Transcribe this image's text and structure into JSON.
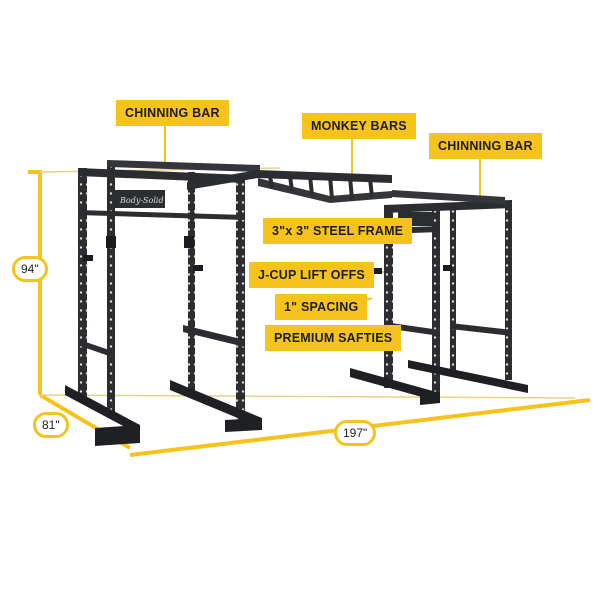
{
  "callouts": {
    "chinning_bar_left": "CHINNING BAR",
    "monkey_bars": "MONKEY BARS",
    "chinning_bar_right": "CHINNING BAR",
    "steel_frame": "3\"x 3\" STEEL FRAME",
    "jcup_lift_offs": "J-CUP LIFT OFFS",
    "spacing": "1\" SPACING",
    "safeties": "PREMIUM SAFTIES"
  },
  "dimensions": {
    "height": "94\"",
    "depth": "81\"",
    "length": "197\""
  },
  "brand_plate": "Body-Solid",
  "colors": {
    "accent": "#f6c21c",
    "frame": "#2b2d31"
  }
}
